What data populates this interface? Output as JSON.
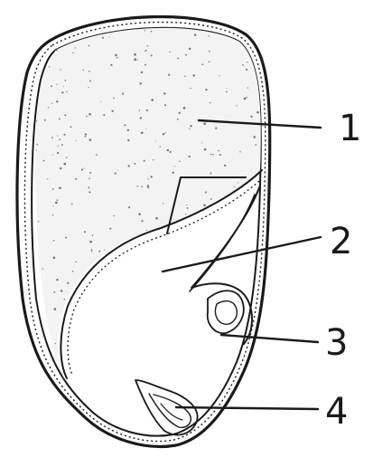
{
  "diagram": {
    "labels": [
      {
        "id": "1",
        "text": "1"
      },
      {
        "id": "2",
        "text": "2"
      },
      {
        "id": "3",
        "text": "3"
      },
      {
        "id": "4",
        "text": "4"
      }
    ],
    "colors": {
      "ink": "#1a1a1a",
      "background": "#ffffff",
      "endosperm_fill": "#f3f3f3",
      "speckle": "#7a7a7a"
    }
  }
}
